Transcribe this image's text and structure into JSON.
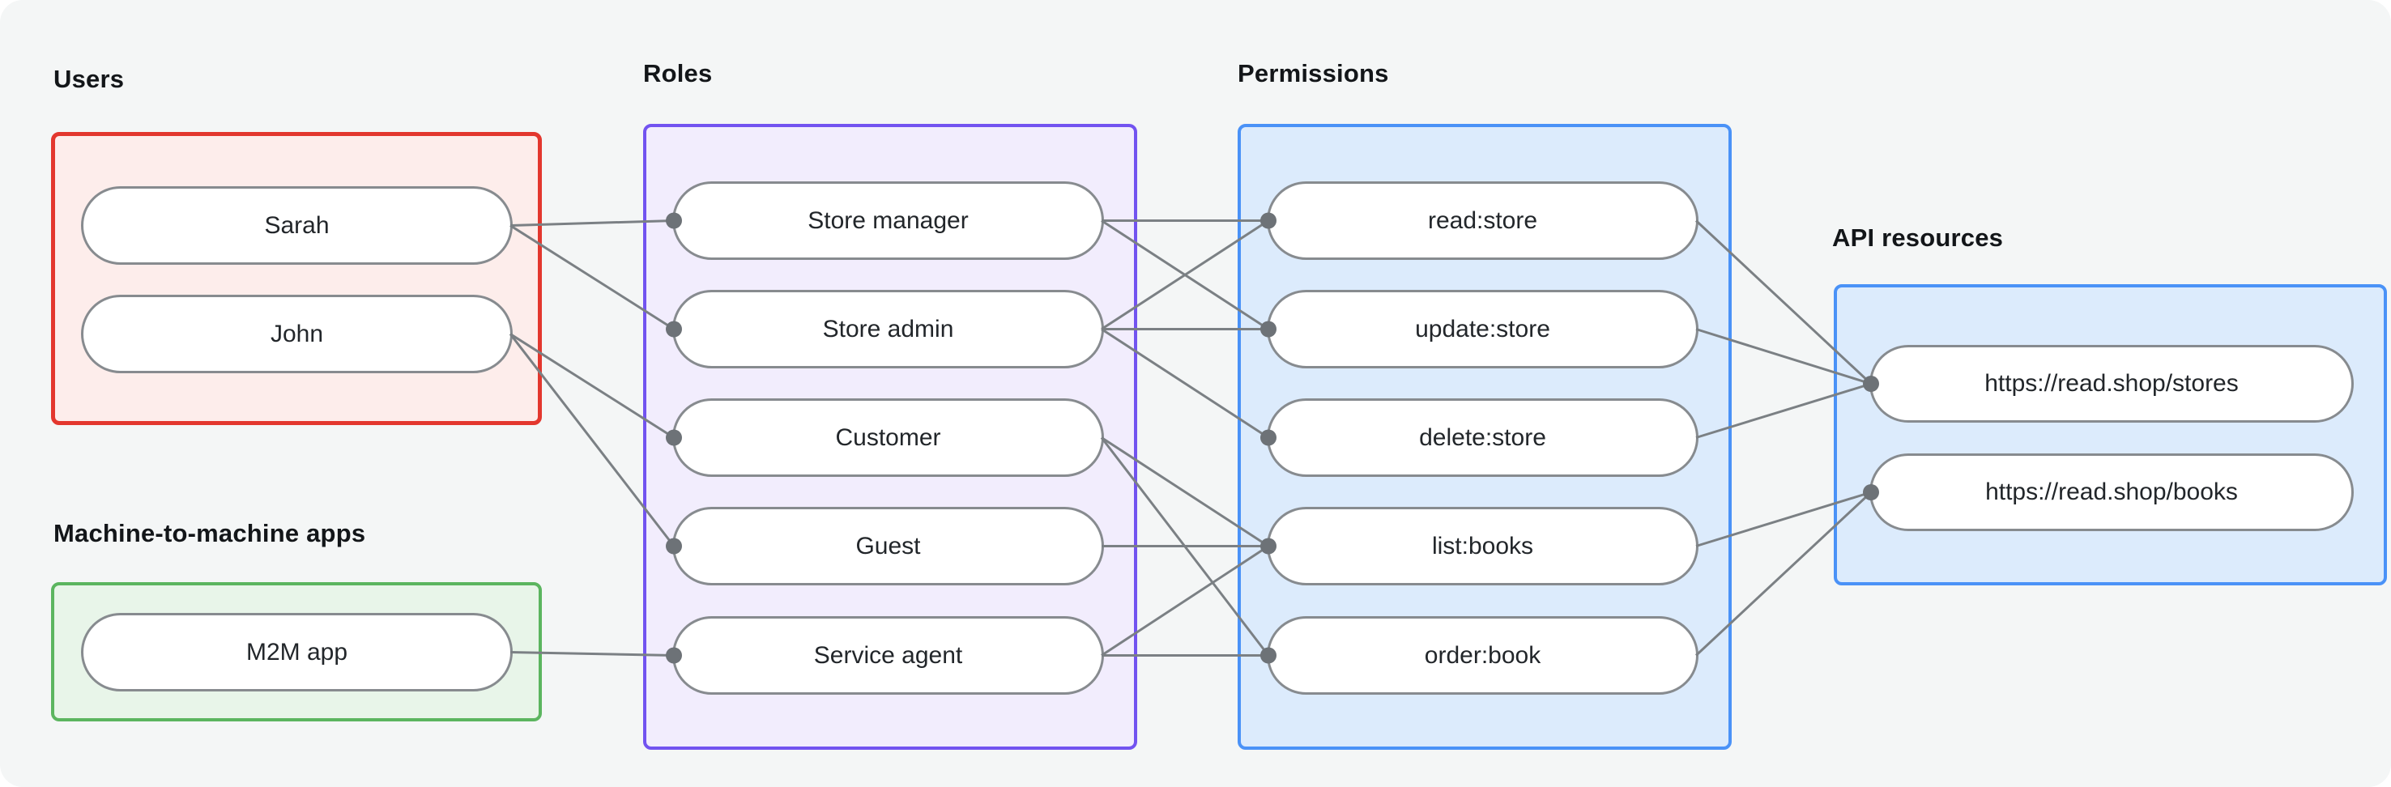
{
  "diagram": {
    "groups": {
      "users": {
        "label": "Users",
        "nodes": [
          {
            "id": "sarah",
            "label": "Sarah"
          },
          {
            "id": "john",
            "label": "John"
          }
        ]
      },
      "m2m": {
        "label": "Machine-to-machine apps",
        "nodes": [
          {
            "id": "m2m-app",
            "label": "M2M app"
          }
        ]
      },
      "roles": {
        "label": "Roles",
        "nodes": [
          {
            "id": "store-manager",
            "label": "Store manager"
          },
          {
            "id": "store-admin",
            "label": "Store admin"
          },
          {
            "id": "customer",
            "label": "Customer"
          },
          {
            "id": "guest",
            "label": "Guest"
          },
          {
            "id": "service-agent",
            "label": "Service agent"
          }
        ]
      },
      "permissions": {
        "label": "Permissions",
        "nodes": [
          {
            "id": "read-store",
            "label": "read:store"
          },
          {
            "id": "update-store",
            "label": "update:store"
          },
          {
            "id": "delete-store",
            "label": "delete:store"
          },
          {
            "id": "list-books",
            "label": "list:books"
          },
          {
            "id": "order-book",
            "label": "order:book"
          }
        ]
      },
      "api_resources": {
        "label": "API resources",
        "nodes": [
          {
            "id": "stores-api",
            "label": "https://read.shop/stores"
          },
          {
            "id": "books-api",
            "label": "https://read.shop/books"
          }
        ]
      }
    },
    "edges": [
      [
        "sarah",
        "store-manager"
      ],
      [
        "sarah",
        "store-admin"
      ],
      [
        "john",
        "customer"
      ],
      [
        "john",
        "guest"
      ],
      [
        "m2m-app",
        "service-agent"
      ],
      [
        "store-manager",
        "read-store"
      ],
      [
        "store-manager",
        "update-store"
      ],
      [
        "store-admin",
        "read-store"
      ],
      [
        "store-admin",
        "update-store"
      ],
      [
        "store-admin",
        "delete-store"
      ],
      [
        "customer",
        "list-books"
      ],
      [
        "customer",
        "order-book"
      ],
      [
        "guest",
        "list-books"
      ],
      [
        "service-agent",
        "list-books"
      ],
      [
        "service-agent",
        "order-book"
      ],
      [
        "read-store",
        "stores-api"
      ],
      [
        "update-store",
        "stores-api"
      ],
      [
        "delete-store",
        "stores-api"
      ],
      [
        "list-books",
        "books-api"
      ],
      [
        "order-book",
        "books-api"
      ]
    ],
    "colors": {
      "background": "#f4f6f6",
      "users_border": "#e3372e",
      "users_fill": "#fdedeb",
      "m2m_border": "#5bb55f",
      "m2m_fill": "#e8f5e9",
      "roles_border": "#7253f0",
      "roles_fill": "#f2edfd",
      "permissions_border": "#4a92f7",
      "permissions_fill": "#dcebfc",
      "api_resources_border": "#4a92f7",
      "api_resources_fill": "#dcebfc",
      "edge_line": "#7b8084",
      "edge_dot": "#6d7277"
    }
  }
}
